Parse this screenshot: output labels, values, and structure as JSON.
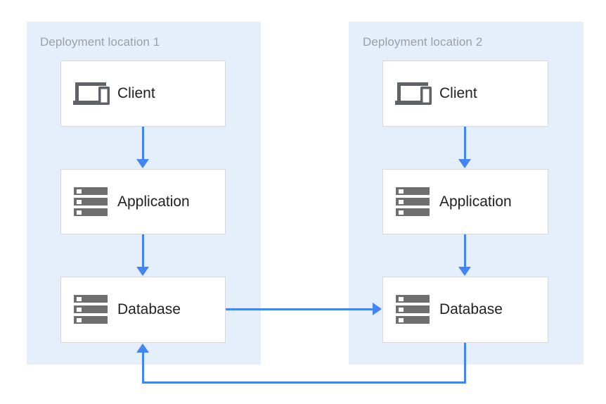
{
  "diagram": {
    "type": "deployment-architecture",
    "background_color": "#ffffff",
    "zone_color": "#e5eefb",
    "node_fill": "#ffffff",
    "node_border": "#d8d8d8",
    "connector_color": "#4285f4",
    "icon_color": "#5f6368",
    "label_color": "#202124",
    "zone_title_color": "#9aa0a6",
    "zones": [
      {
        "id": "zone-1",
        "title": "Deployment location 1",
        "nodes": [
          {
            "id": "client-1",
            "label": "Client",
            "icon": "devices-icon"
          },
          {
            "id": "application-1",
            "label": "Application",
            "icon": "server-icon"
          },
          {
            "id": "database-1",
            "label": "Database",
            "icon": "server-icon"
          }
        ]
      },
      {
        "id": "zone-2",
        "title": "Deployment location 2",
        "nodes": [
          {
            "id": "client-2",
            "label": "Client",
            "icon": "devices-icon"
          },
          {
            "id": "application-2",
            "label": "Application",
            "icon": "server-icon"
          },
          {
            "id": "database-2",
            "label": "Database",
            "icon": "server-icon"
          }
        ]
      }
    ],
    "connectors": [
      {
        "id": "client-1-to-application-1",
        "from": "client-1",
        "to": "application-1",
        "direction": "down"
      },
      {
        "id": "application-1-to-database-1",
        "from": "application-1",
        "to": "database-1",
        "direction": "down"
      },
      {
        "id": "client-2-to-application-2",
        "from": "client-2",
        "to": "application-2",
        "direction": "down"
      },
      {
        "id": "application-2-to-database-2",
        "from": "application-2",
        "to": "database-2",
        "direction": "down"
      },
      {
        "id": "database-1-to-database-2",
        "from": "database-1",
        "to": "database-2",
        "direction": "right"
      },
      {
        "id": "database-2-to-database-1",
        "from": "database-2",
        "to": "database-1",
        "direction": "up"
      }
    ]
  }
}
